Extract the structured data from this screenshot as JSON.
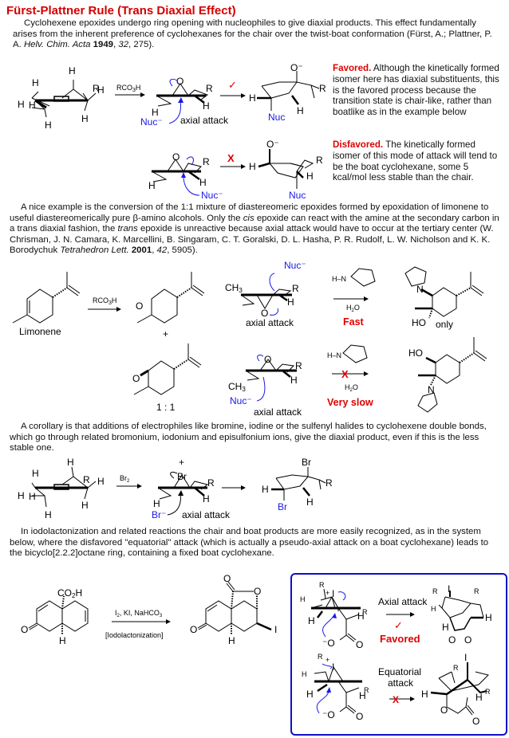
{
  "title": "Fürst-Plattner Rule (Trans Diaxial Effect)",
  "intro": {
    "text": "Cyclohexene epoxides undergo ring opening with nucleophiles to give diaxial products.  This effect fundamentally arises from the inherent preference of cyclohexanes for the chair over the twist-boat conformation (Fürst, A.; Plattner, P. A. ",
    "journal": "Helv. Chim. Acta",
    "year": "1949",
    "volume": "32",
    "pages": ", 275)."
  },
  "scheme1": {
    "reagent": "RCO3H",
    "check": "✓",
    "nuc": "Nuc⁻",
    "attack_label": "axial attack",
    "product_oxygen": "O⁻",
    "product_nuc": "Nuc",
    "sub_R": "R",
    "sub_H": "H"
  },
  "favored": {
    "label": "Favored.",
    "text": "  Although the kinetically formed isomer here has diaxial substituents, this is the favored process because the transition state is chair-like, rather than boatlike as in the example below"
  },
  "scheme2": {
    "cross": "X",
    "nuc": "Nuc⁻",
    "product_oxygen": "O⁻",
    "product_nuc": "Nuc"
  },
  "disfavored": {
    "label": "Disfavored.",
    "text": " The kinetically formed isomer of this mode of attack will tend to be the boat cyclohexane, some 5 kcal/mol less stable than the chair."
  },
  "limonene_para": {
    "text1": "A nice example is the conversion of the 1:1 mixture of diastereomeric epoxides formed by epoxidation of limonene to useful diastereomerically pure β-amino alcohols.  Only the ",
    "cis": "cis",
    "text2": " epoxide can react with the amine at the secondary carbon in a trans diaxial fashion, the ",
    "trans": "trans",
    "text3": " epoxide is unreactive because axial attack would have to occur at the tertiary center (W. Chrisman, J. N. Camara, K. Marcellini, B. Singaram, C. T. Goralski, D. L. Hasha, P. R. Rudolf, L. W. Nicholson and K. K. Borodychuk ",
    "journal": "Tetrahedron Lett.",
    "year": "2001",
    "volume": "42",
    "pages": ", 5905)."
  },
  "scheme3": {
    "limonene_label": "Limonene",
    "reagent": "RCO3H",
    "plus": "+",
    "ratio": "1 : 1",
    "nuc": "Nuc⁻",
    "ch3": "CH3",
    "attack_label": "axial attack",
    "amine": "H–N",
    "water": "H2O",
    "fast": "Fast",
    "very_slow": "Very slow",
    "cross": "X",
    "ho": "HO",
    "only": "only",
    "n": "N"
  },
  "corollary_para": "A corollary is that additions of electrophiles like bromine, iodine or the sulfenyl halides to cyclohexene double bonds, which go through related bromonium, iodonium and episulfonium ions, give the diaxial product, even if this is the less stable one.",
  "scheme4": {
    "reagent": "Br2",
    "br_plus": "Br",
    "br_minus": "Br⁻",
    "attack_label": "axial attack",
    "product_br": "Br"
  },
  "iodo_para": "In iodolactonization and related reactions the chair and boat products are more easily recognized, as in the system below, where the disfavored \"equatorial\" attack (which is actually a pseudo-axial attack on a boat cyclohexane) leads to the bicyclo[2.2.2]octane ring, containing a fixed boat cyclohexane.",
  "scheme5": {
    "co2h": "CO2H",
    "reagent": "I2, KI, NaHCO3",
    "bracket": "[Iodolactonization]",
    "o": "O",
    "h": "H",
    "i": "I"
  },
  "box": {
    "axial_label": "Axial attack",
    "favored": "Favored",
    "check": "✓",
    "equatorial_label1": "Equatorial",
    "equatorial_label2": "attack",
    "cross": "X",
    "border_color": "#1010c8"
  },
  "colors": {
    "title": "#d40000",
    "red": "#e00000",
    "blue": "#1a1ae6",
    "text": "#111111"
  }
}
